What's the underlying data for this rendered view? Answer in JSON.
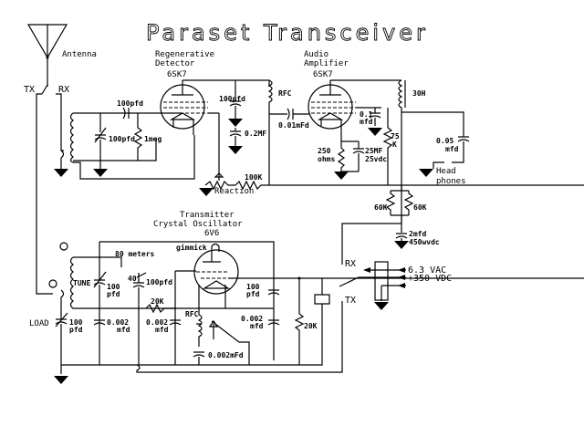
{
  "title": "Paraset Transceiver",
  "colors": {
    "ink": "#000000",
    "background": "#ffffff"
  },
  "antenna": {
    "label": "Antenna",
    "tx": "TX",
    "rx": "RX"
  },
  "detector": {
    "title_line1": "Regenerative",
    "title_line2": "Detector",
    "tube": "6SK7",
    "c_coupling": "100pfd",
    "c_tune": "100pfd",
    "r_grid": "1meg",
    "c_plate": "100pfd",
    "c_bypass": "0.2MF",
    "rfc": "RFC",
    "pot_label": "Reaction",
    "r_series": "100K"
  },
  "audio": {
    "title_line1": "Audio",
    "title_line2": "Amplifier",
    "tube": "6SK7",
    "c_coupling": "0.01mFd",
    "choke": "30H",
    "c_screen_1": "0.1",
    "c_screen_2": "mfd",
    "r_screen_1": "75",
    "r_screen_2": "K",
    "r_cathode_1": "250",
    "r_cathode_2": "ohms",
    "c_cathode_1": "25MF",
    "c_cathode_2": "25vdc",
    "c_out_1": "0.05",
    "c_out_2": "mfd",
    "phones_1": "Head",
    "phones_2": "phones"
  },
  "supply": {
    "r_left": "60K",
    "r_right": "60K",
    "c_filter_1": "2mfd",
    "c_filter_2": "450wvdc",
    "rx": "RX",
    "tx": "TX",
    "vac": "6.3 VAC",
    "vdc": "+350 VDC"
  },
  "transmitter": {
    "title_line1": "Transmitter",
    "title_line2": "Crystal Oscillator",
    "tube": "6V6",
    "gimmick": "gimmick",
    "band_80": "80 meters",
    "band_40": "40",
    "tune": "TUNE",
    "c_tune_1": "100",
    "c_tune_2": "pfd",
    "c_40": "100pfd",
    "r_grid": "20K",
    "load": "LOAD",
    "c_load_1": "100",
    "c_load_2": "pfd",
    "c_a_1": "0.002",
    "c_a_2": "mfd",
    "c_b_1": "0.002",
    "c_b_2": "mfd",
    "rfc": "RFC",
    "c_rfc": "0.002mFd",
    "c_plate_1": "100",
    "c_plate_2": "pfd",
    "c_c_1": "0.002",
    "c_c_2": "mfd",
    "r_xtal": "20K"
  }
}
